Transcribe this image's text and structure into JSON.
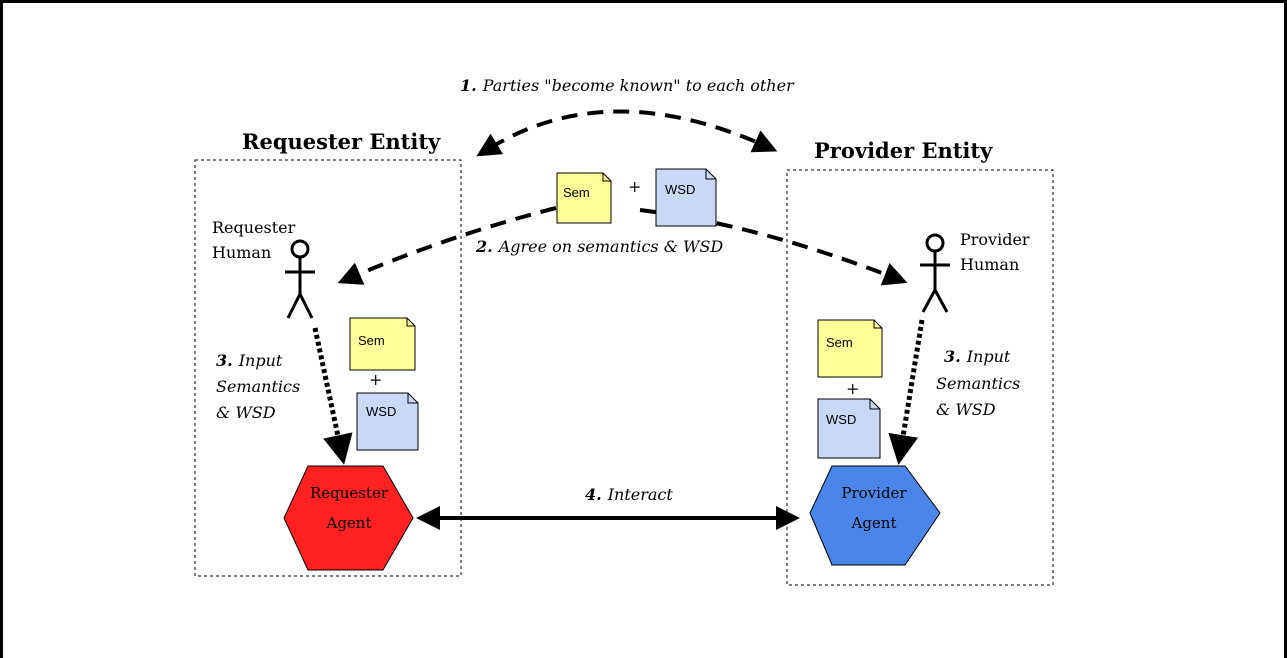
{
  "requester_entity": {
    "title": "Requester Entity",
    "human_line1": "Requester",
    "human_line2": "Human",
    "agent_line1": "Requester",
    "agent_line2": "Agent",
    "agent_color": "#ff2020"
  },
  "provider_entity": {
    "title": "Provider Entity",
    "human_line1": "Provider",
    "human_line2": "Human",
    "agent_line1": "Provider",
    "agent_line2": "Agent",
    "agent_color": "#4a86e8"
  },
  "steps": {
    "step1_num": "1.",
    "step1_text": "Parties \"become known\" to each other",
    "step2_num": "2.",
    "step2_text": "Agree on semantics & WSD",
    "step3_left_num": "3.",
    "step3_left_line1": "Input",
    "step3_left_line2": "Semantics",
    "step3_left_line3": "& WSD",
    "step3_right_num": "3.",
    "step3_right_line1": "Input",
    "step3_right_line2": "Semantics",
    "step3_right_line3": "& WSD",
    "step4_num": "4.",
    "step4_text": "Interact"
  },
  "documents": {
    "sem_label": "Sem",
    "wsd_label": "WSD",
    "plus": "+",
    "sem_color": "#ffff99",
    "wsd_color": "#c8d8f5"
  }
}
